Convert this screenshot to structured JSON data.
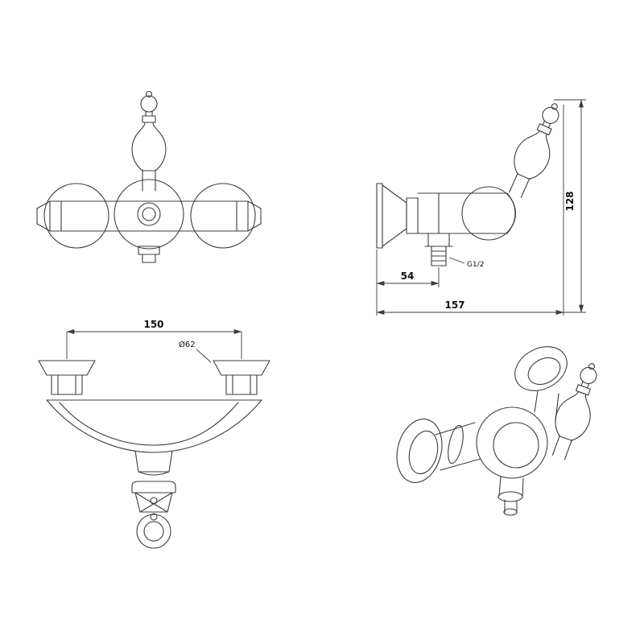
{
  "page": {
    "background": "#ffffff"
  },
  "drawing": {
    "line_color": "#3c3c3c",
    "text_color": "#111111",
    "dimensions": {
      "height": "128",
      "outlet_offset": "54",
      "depth": "157",
      "thread": "G1/2",
      "centers_width": "150",
      "flange_diameter": "Ø62"
    }
  }
}
